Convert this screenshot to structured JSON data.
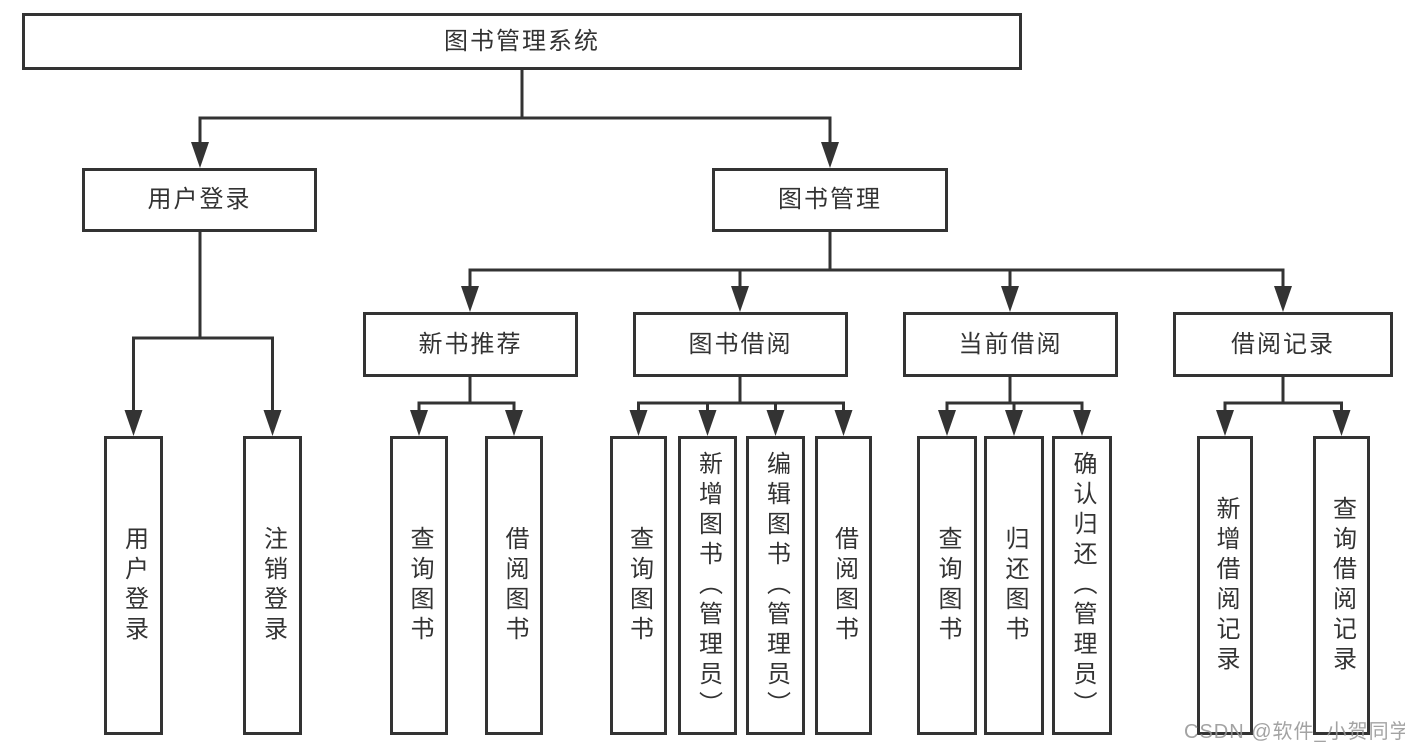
{
  "diagram": {
    "root": {
      "label": "图书管理系统",
      "children": [
        {
          "label": "用户登录",
          "children": [
            {
              "label": "用户登录"
            },
            {
              "label": "注销登录"
            }
          ]
        },
        {
          "label": "图书管理",
          "children": [
            {
              "label": "新书推荐",
              "children": [
                {
                  "label": "查询图书"
                },
                {
                  "label": "借阅图书"
                }
              ]
            },
            {
              "label": "图书借阅",
              "children": [
                {
                  "label": "查询图书"
                },
                {
                  "label": "新增图书（管理员）"
                },
                {
                  "label": "编辑图书（管理员）"
                },
                {
                  "label": "借阅图书"
                }
              ]
            },
            {
              "label": "当前借阅",
              "children": [
                {
                  "label": "查询图书"
                },
                {
                  "label": "归还图书"
                },
                {
                  "label": "确认归还（管理员）"
                }
              ]
            },
            {
              "label": "借阅记录",
              "children": [
                {
                  "label": "新增借阅记录"
                },
                {
                  "label": "查询借阅记录"
                }
              ]
            }
          ]
        }
      ]
    }
  },
  "watermark": {
    "text": "CSDN @软件_小贺同学",
    "color": "#969696"
  },
  "colors": {
    "line": "#333333",
    "box_border": "#333333",
    "text": "#333333",
    "background": "#ffffff"
  }
}
